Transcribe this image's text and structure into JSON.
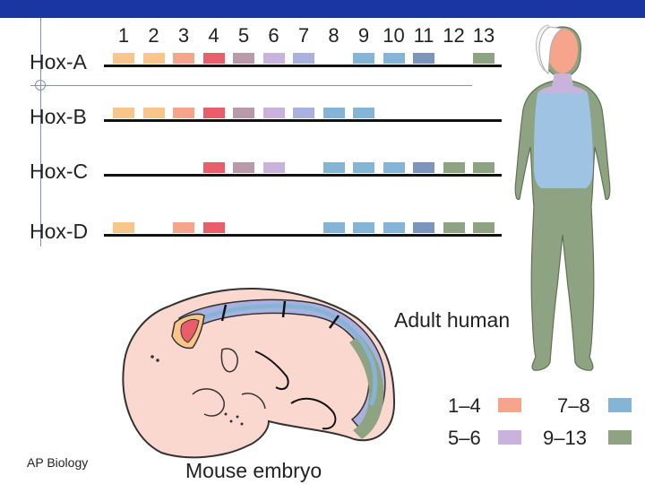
{
  "numbers": [
    "1",
    "2",
    "3",
    "4",
    "5",
    "6",
    "7",
    "8",
    "9",
    "10",
    "11",
    "12",
    "13"
  ],
  "rows": [
    {
      "label": "Hox-A",
      "genes": [
        1,
        2,
        3,
        4,
        5,
        6,
        7,
        9,
        10,
        11,
        13
      ]
    },
    {
      "label": "Hox-B",
      "genes": [
        1,
        2,
        3,
        4,
        5,
        6,
        7,
        8,
        9
      ]
    },
    {
      "label": "Hox-C",
      "genes": [
        4,
        5,
        6,
        8,
        9,
        10,
        11,
        12,
        13
      ]
    },
    {
      "label": "Hox-D",
      "genes": [
        1,
        3,
        4,
        8,
        9,
        10,
        11,
        12,
        13
      ]
    }
  ],
  "gene_colors": {
    "1": "#f8c58a",
    "2": "#f8c58a",
    "3": "#f6a48c",
    "4": "#ea5d6a",
    "5": "#b99aa8",
    "6": "#c9b3dc",
    "7": "#a9b2de",
    "8": "#86b4d6",
    "9": "#86b4d6",
    "10": "#86b4d6",
    "11": "#7d95bd",
    "12": "#8ea381",
    "13": "#8ea381"
  },
  "adult_label": "Adult human",
  "embryo_label": "Mouse embryo",
  "footer": "AP Biology",
  "legend": [
    {
      "label": "1–4",
      "color": "#f6a48c"
    },
    {
      "label": "7–8",
      "color": "#86b4d6"
    },
    {
      "label": "5–6",
      "color": "#c9b3dc"
    },
    {
      "label": "9–13",
      "color": "#8ea381"
    }
  ]
}
